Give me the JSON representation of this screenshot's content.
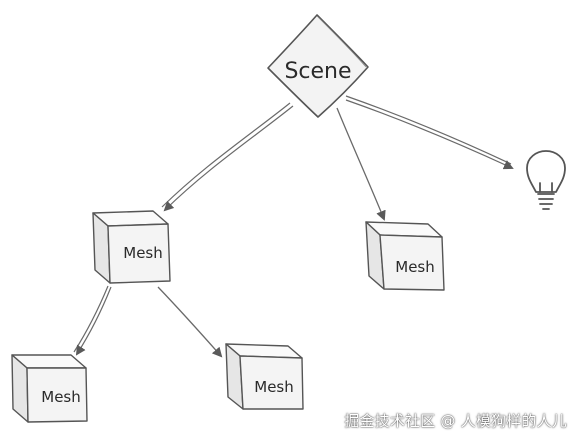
{
  "diagram": {
    "root": {
      "label": "Scene"
    },
    "meshes": [
      {
        "label": "Mesh"
      },
      {
        "label": "Mesh"
      },
      {
        "label": "Mesh"
      },
      {
        "label": "Mesh"
      }
    ],
    "light": {
      "icon": "lightbulb-icon"
    }
  },
  "watermark": "掘金技术社区 @ 人模狗样的人儿",
  "colors": {
    "node_fill": "#f3f3f3",
    "cube_top": "#fafafa",
    "cube_side": "#e6e6e6",
    "stroke": "#555555",
    "arrow": "#666666"
  }
}
